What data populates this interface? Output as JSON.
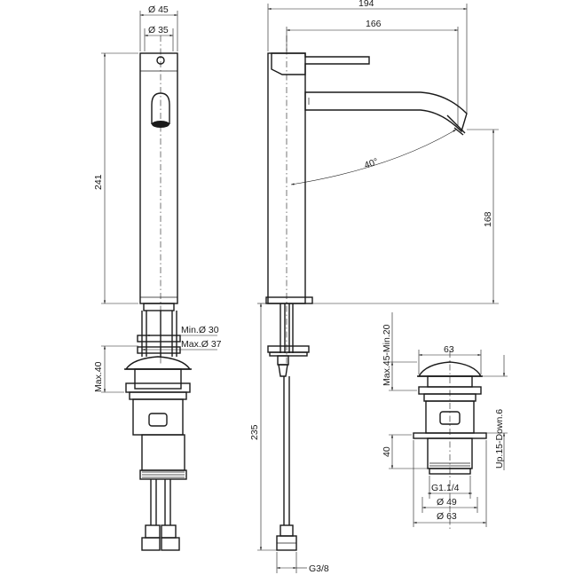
{
  "front_view": {
    "body_diameter": "Ø 45",
    "inner_diameter": "Ø 35",
    "total_height": "241",
    "hole_min": "Min.Ø 30",
    "hole_max": "Max.Ø 37",
    "max_deck": "Max.40"
  },
  "side_view": {
    "overall_width": "194",
    "spout_reach": "166",
    "spout_height": "168",
    "handle_angle": "40°",
    "hose_length": "235",
    "connection": "G3/8"
  },
  "waste_view": {
    "cap_diameter": "63",
    "adjust_range": "Max.45-Min.20",
    "lift_range": "Up.15-Down.6",
    "body_height": "40",
    "thread": "G1.1/4",
    "thread_diameter": "Ø 49",
    "flange_diameter": "Ø 63"
  }
}
